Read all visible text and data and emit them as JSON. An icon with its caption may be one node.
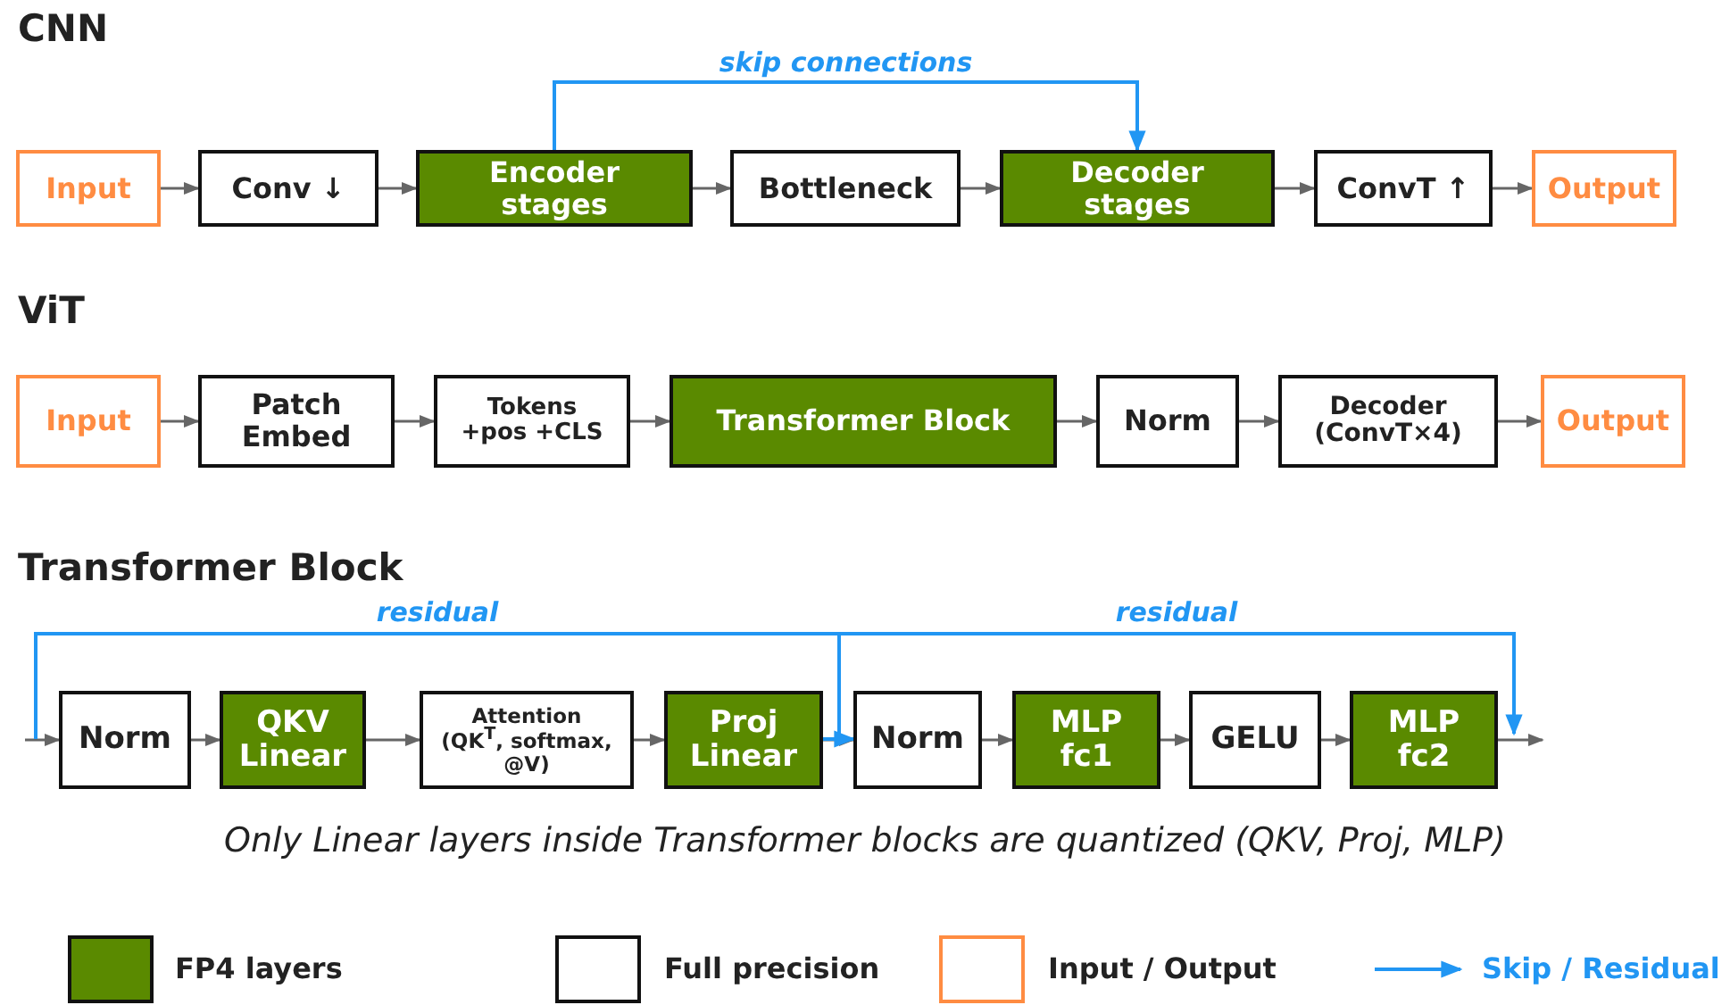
{
  "diagram": {
    "caption": "Only Linear layers inside Transformer blocks are quantized (QKV, Proj, MLP)",
    "nodes": [
      {
        "text": [
          "Input"
        ]
      },
      {
        "text": [
          "Conv ↓"
        ]
      },
      {
        "text": [
          "Encoder stages"
        ]
      },
      {
        "text": [
          "Bottleneck"
        ]
      },
      {
        "text": [
          "Decoder stages"
        ]
      },
      {
        "text": [
          "ConvT ↑"
        ]
      },
      {
        "text": [
          "Output"
        ]
      },
      {
        "text": [
          "Input"
        ]
      },
      {
        "text": [
          "Patch Embed"
        ]
      },
      {
        "text": [
          "Tokens +pos +CLS"
        ]
      },
      {
        "text": [
          "Transformer Block"
        ]
      },
      {
        "text": [
          "Norm"
        ]
      },
      {
        "text": [
          "Decoder (ConvT×4)"
        ]
      },
      {
        "text": [
          "Output"
        ]
      },
      {
        "text": [
          "Norm"
        ]
      },
      {
        "text": [
          "QKV Linear"
        ]
      },
      {
        "text": [
          "Attention",
          "(QK$^{T}$, softmax, @V)"
        ]
      },
      {
        "text": [
          "Proj Linear"
        ]
      },
      {
        "text": [
          "Norm"
        ]
      },
      {
        "text": [
          "MLP fc1"
        ]
      },
      {
        "text": [
          "GELU"
        ]
      },
      {
        "text": [
          "MLP fc2"
        ]
      }
    ],
    "edges": [
      {
        "from": 0,
        "to": 1,
        "arrow": "to"
      },
      {
        "from": 1,
        "to": 2,
        "arrow": "to"
      },
      {
        "from": 2,
        "to": 3,
        "arrow": "to"
      },
      {
        "from": 3,
        "to": 4,
        "arrow": "to"
      },
      {
        "from": 4,
        "to": 5,
        "arrow": "to"
      },
      {
        "from": 5,
        "to": 6,
        "arrow": "to"
      },
      {
        "from": 2,
        "to": 4,
        "arrow": "to",
        "label": "skip connections",
        "color": "#2196f3"
      },
      {
        "from": 7,
        "to": 8,
        "arrow": "to"
      },
      {
        "from": 8,
        "to": 9,
        "arrow": "to"
      },
      {
        "from": 9,
        "to": 10,
        "arrow": "to"
      },
      {
        "from": 10,
        "to": 11,
        "arrow": "to"
      },
      {
        "from": 11,
        "to": 12,
        "arrow": "to"
      },
      {
        "from": 12,
        "to": 13,
        "arrow": "to"
      },
      {
        "from": null,
        "to": 14,
        "arrow": "to"
      },
      {
        "from": 14,
        "to": 15,
        "arrow": "to"
      },
      {
        "from": 15,
        "to": 16,
        "arrow": "to"
      },
      {
        "from": 16,
        "to": 17,
        "arrow": "to"
      },
      {
        "from": 17,
        "to": 18,
        "arrow": "to"
      },
      {
        "from": 18,
        "to": 19,
        "arrow": "to"
      },
      {
        "from": 19,
        "to": 20,
        "arrow": "to"
      },
      {
        "from": 20,
        "to": 21,
        "arrow": "to"
      },
      {
        "from": 21,
        "to": null,
        "arrow": "to"
      },
      {
        "from": null,
        "to": 18,
        "arrow": "to",
        "label": "residual",
        "color": "#2196f3"
      },
      {
        "from": 17,
        "to": 21,
        "arrow": "to",
        "label": "residual",
        "color": "#2196f3"
      }
    ],
    "labels": [
      "CNN",
      "ViT",
      "Transformer Block"
    ],
    "legend": [
      {
        "text": "FP4 layers",
        "color": "#5a8a00"
      },
      {
        "text": "Full precision",
        "color": "#ffffff"
      },
      {
        "text": "Input / Output"
      },
      {
        "text": "Skip / Residual"
      }
    ]
  }
}
